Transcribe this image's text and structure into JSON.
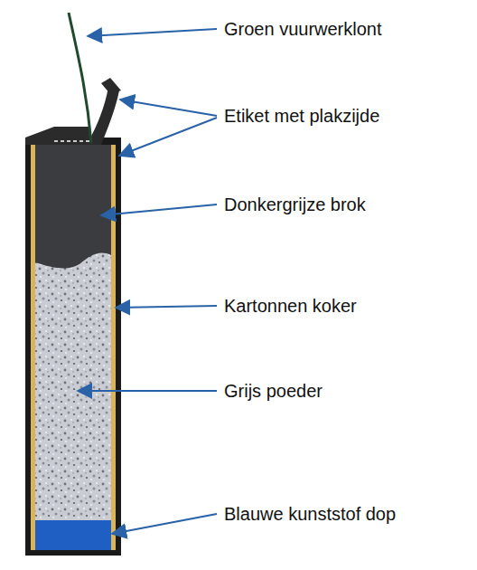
{
  "diagram": {
    "labels": [
      "Groen vuurwerklont",
      "Etiket met plakzijde",
      "Donkergrijze brok",
      "Kartonnen koker",
      "Grijs poeder",
      "Blauwe kunststof dop"
    ]
  }
}
